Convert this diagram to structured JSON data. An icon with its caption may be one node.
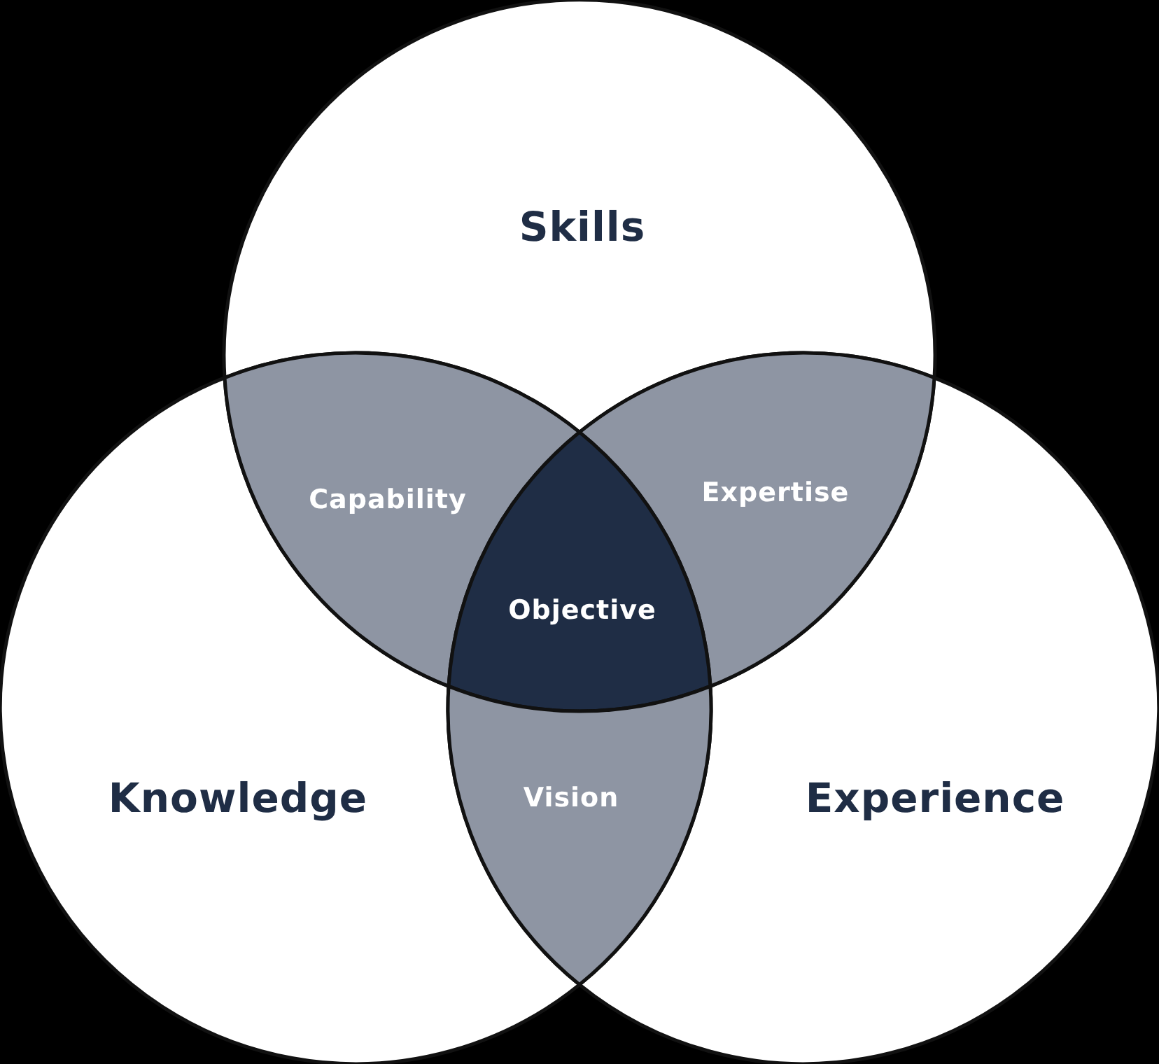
{
  "diagram": {
    "nodes": [
      {
        "text": [
          "Skills"
        ]
      },
      {
        "text": [
          "Capability"
        ]
      },
      {
        "text": [
          "Expertise"
        ]
      },
      {
        "text": [
          "Objective"
        ]
      },
      {
        "text": [
          "Knowledge"
        ]
      },
      {
        "text": [
          "Vision"
        ]
      },
      {
        "text": [
          "Experience"
        ]
      }
    ]
  }
}
